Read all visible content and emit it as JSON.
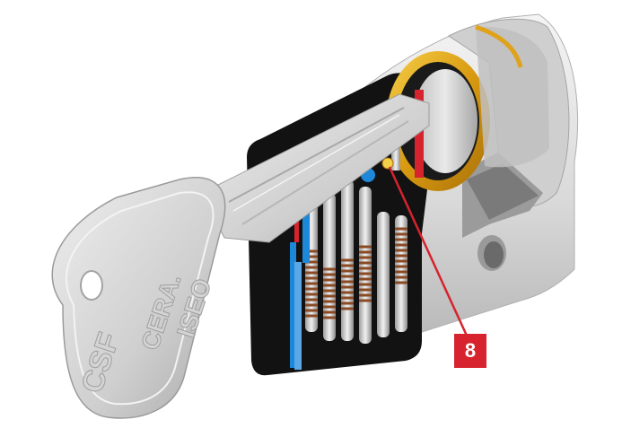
{
  "key": {
    "brand_primary": "CSF",
    "brand_secondary": "CERA.",
    "brand_tertiary": "ISEO"
  },
  "callout": {
    "label": "8"
  },
  "colors": {
    "background": "#ffffff",
    "metal_light": "#e6e6e6",
    "metal_mid": "#c4c4c4",
    "metal_dark": "#8f8f8f",
    "cutaway": "#121212",
    "brass": "#e0a21b",
    "pin_blue": "#1e88d8",
    "pin_red": "#d7232e",
    "spring_brown": "#8a4a24",
    "callout_red": "#d7232e"
  }
}
